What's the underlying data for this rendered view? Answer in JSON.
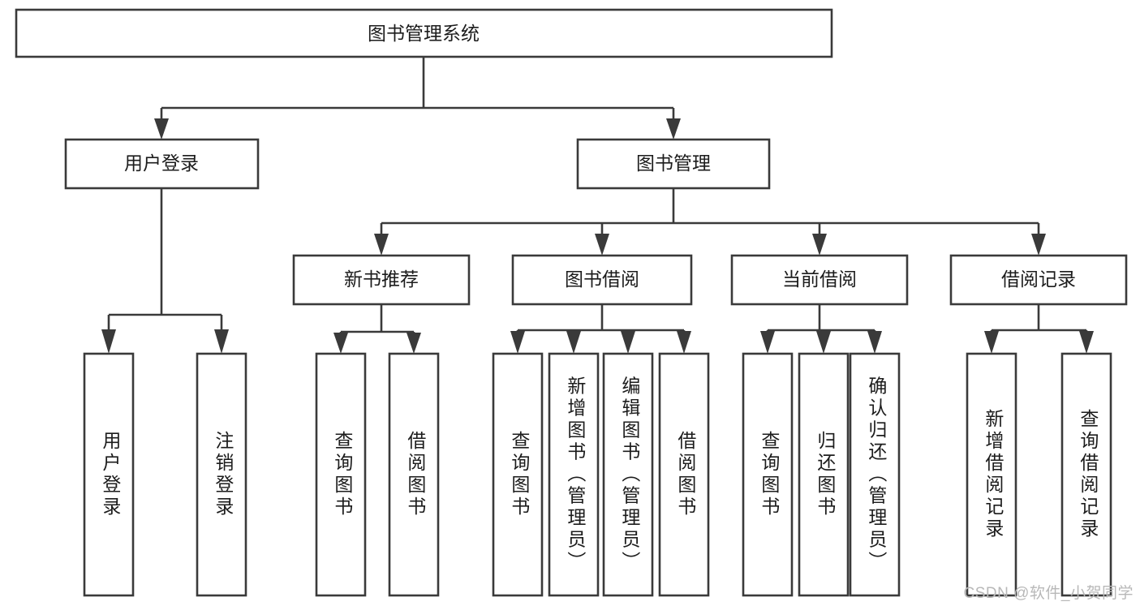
{
  "diagram": {
    "type": "tree-hierarchy-chart",
    "title": "图书管理系统",
    "background_color": "#ffffff",
    "line_color": "#3a3a3a",
    "text_color": "#1c1c1c",
    "levels": {
      "root": {
        "label": "图书管理系统"
      },
      "level2": [
        {
          "id": "user-login",
          "label": "用户登录"
        },
        {
          "id": "book-management",
          "label": "图书管理"
        }
      ],
      "level3": [
        {
          "id": "new-book-recommend",
          "label": "新书推荐",
          "parent": "book-management"
        },
        {
          "id": "book-borrow",
          "label": "图书借阅",
          "parent": "book-management"
        },
        {
          "id": "current-borrow",
          "label": "当前借阅",
          "parent": "book-management"
        },
        {
          "id": "borrow-record",
          "label": "借阅记录",
          "parent": "book-management"
        }
      ],
      "leaves": {
        "user-login": [
          {
            "id": "leaf-user-login",
            "label": "用户登录"
          },
          {
            "id": "leaf-logout-login",
            "label": "注销登录"
          }
        ],
        "new-book-recommend": [
          {
            "id": "leaf-query-book-1",
            "label": "查询图书"
          },
          {
            "id": "leaf-borrow-book-1",
            "label": "借阅图书"
          }
        ],
        "book-borrow": [
          {
            "id": "leaf-query-book-2",
            "label": "查询图书"
          },
          {
            "id": "leaf-add-book",
            "label": "新增图书（管理员）"
          },
          {
            "id": "leaf-edit-book",
            "label": "编辑图书（管理员）"
          },
          {
            "id": "leaf-borrow-book-2",
            "label": "借阅图书"
          }
        ],
        "current-borrow": [
          {
            "id": "leaf-query-book-3",
            "label": "查询图书"
          },
          {
            "id": "leaf-return-book",
            "label": "归还图书"
          },
          {
            "id": "leaf-confirm-return",
            "label": "确认归还（管理员）"
          }
        ],
        "borrow-record": [
          {
            "id": "leaf-add-borrow-record",
            "label": "新增借阅记录"
          },
          {
            "id": "leaf-query-borrow-record",
            "label": "查询借阅记录"
          }
        ]
      }
    }
  },
  "watermark": {
    "text": "CSDN @软件_小贺同学"
  }
}
